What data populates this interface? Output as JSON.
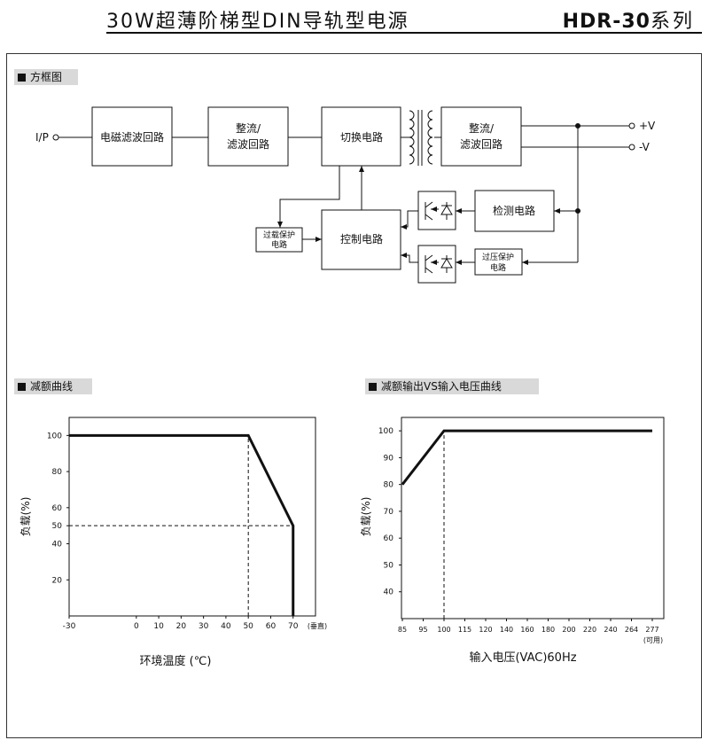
{
  "header": {
    "title": "30W超薄阶梯型DIN导轨型电源",
    "model": "HDR-30",
    "series": "系列"
  },
  "sections": {
    "block_diagram": "方框图",
    "derating_curve": "减额曲线",
    "output_vs_input": "减额输出VS输入电压曲线"
  },
  "block_diagram": {
    "input_label": "I/P",
    "emi_filter": "电磁滤波回路",
    "rect1_line1": "整流/",
    "rect1_line2": "滤波回路",
    "switching": "切换电路",
    "rect2_line1": "整流/",
    "rect2_line2": "滤波回路",
    "out_plus": "+V",
    "out_minus": "-V",
    "detection": "检测电路",
    "control": "控制电路",
    "olp_line1": "过载保护",
    "olp_line2": "电路",
    "ovp_line1": "过压保护",
    "ovp_line2": "电路"
  },
  "chart_data": [
    {
      "type": "line",
      "x": [
        -30,
        50,
        70,
        70
      ],
      "y": [
        100,
        100,
        50,
        0
      ],
      "xlabel": "环境温度 (℃)",
      "ylabel": "负载(%)",
      "x_ticks": [
        "-30",
        "0",
        "10",
        "20",
        "30",
        "40",
        "50",
        "60",
        "70"
      ],
      "x_unit_note": "(垂直)",
      "y_ticks": [
        "100",
        "80",
        "60",
        "50",
        "40",
        "20"
      ],
      "xlim": [
        -30,
        80
      ],
      "ylim": [
        0,
        110
      ],
      "reference_lines": [
        {
          "x": 50,
          "from_y": 0,
          "to_y": 100
        },
        {
          "y": 50,
          "from_x": -30,
          "to_x": 70
        }
      ],
      "grid": false
    },
    {
      "type": "line",
      "x": [
        85,
        100,
        277
      ],
      "y": [
        80,
        100,
        100
      ],
      "xlabel": "输入电压(VAC)60Hz",
      "ylabel": "负载(%)",
      "x_ticks": [
        "85",
        "95",
        "100",
        "115",
        "120",
        "140",
        "160",
        "180",
        "200",
        "220",
        "240",
        "264",
        "277"
      ],
      "x_unit_note": "(可用)",
      "y_ticks": [
        "100",
        "90",
        "80",
        "70",
        "60",
        "50",
        "40"
      ],
      "ylim": [
        30,
        105
      ],
      "reference_lines": [
        {
          "x": 100,
          "from_y": 30,
          "to_y": 100
        }
      ],
      "grid": false,
      "x_scale": "categorical ticks (unevenly spaced values, evenly spaced labels)"
    }
  ]
}
